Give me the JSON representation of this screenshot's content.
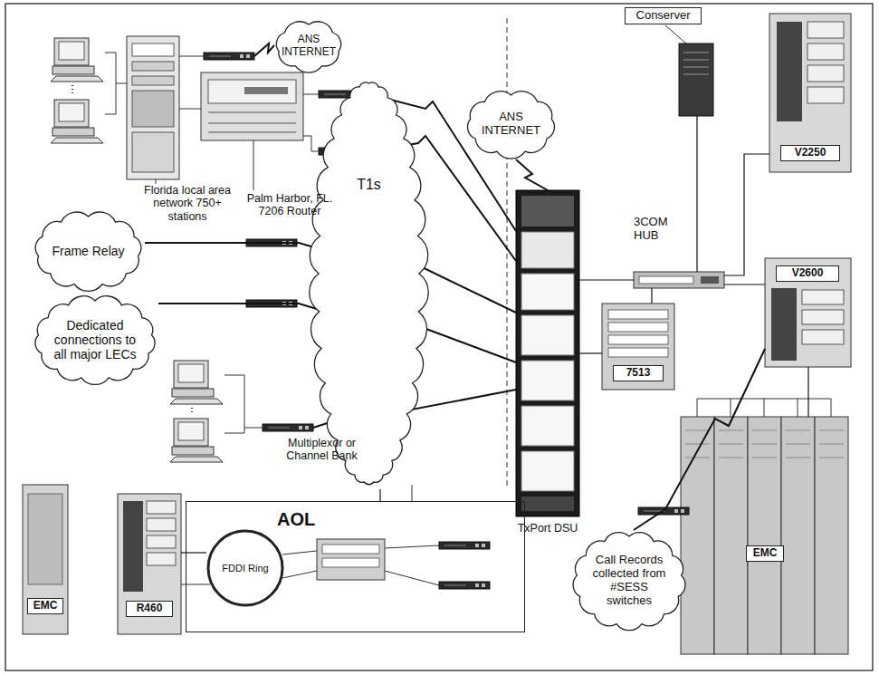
{
  "diagram": {
    "nodes": [
      {
        "text": [
          "ANS INTERNET"
        ]
      },
      {
        "text": [
          "Frame Relay"
        ]
      },
      {
        "text": [
          "Dedicated connections to all major LECs"
        ]
      },
      {
        "text": [
          "T1s"
        ]
      },
      {
        "text": [
          "ANS INTERNET"
        ]
      },
      {
        "text": [
          "Conserver"
        ]
      },
      {
        "text": [
          "V2250"
        ]
      },
      {
        "text": [
          "V2600"
        ]
      },
      {
        "text": [
          "TxPort DSU"
        ]
      },
      {
        "text": [
          "3COM HUB"
        ]
      },
      {
        "text": [
          "7513"
        ]
      },
      {
        "text": [
          "EMC"
        ]
      },
      {
        "text": [
          "R460"
        ]
      },
      {
        "text": [
          "AOL"
        ]
      },
      {
        "text": [
          "FDDI Ring"
        ],
        "in": 13
      },
      {
        "text": [
          "EMC"
        ]
      },
      {
        "text": [
          "Call Records collected from #SESS switches"
        ]
      }
    ],
    "edges": [
      {
        "from": 1,
        "to": 8,
        "arrow": "none"
      },
      {
        "from": 2,
        "to": 8,
        "arrow": "none"
      },
      {
        "from": 4,
        "to": 8,
        "arrow": "none"
      },
      {
        "from": 8,
        "to": 9,
        "arrow": "none"
      },
      {
        "from": 9,
        "to": 5,
        "arrow": "none"
      },
      {
        "from": 9,
        "to": 6,
        "arrow": "none"
      },
      {
        "from": 9,
        "to": 7,
        "arrow": "none"
      },
      {
        "from": 9,
        "to": 10,
        "arrow": "none"
      },
      {
        "from": 8,
        "to": 10,
        "arrow": "none"
      },
      {
        "from": 7,
        "to": 15,
        "arrow": "none"
      },
      {
        "from": 7,
        "to": 16,
        "arrow": "none"
      },
      {
        "from": 12,
        "to": 14,
        "arrow": "none"
      },
      {
        "from": 3,
        "to": 13,
        "arrow": "none"
      }
    ],
    "labels": [
      "Florida local area network 750+ stations",
      "Palm Harbor, FL. 7206 Router",
      "Multiplexor or Channel Bank"
    ]
  }
}
